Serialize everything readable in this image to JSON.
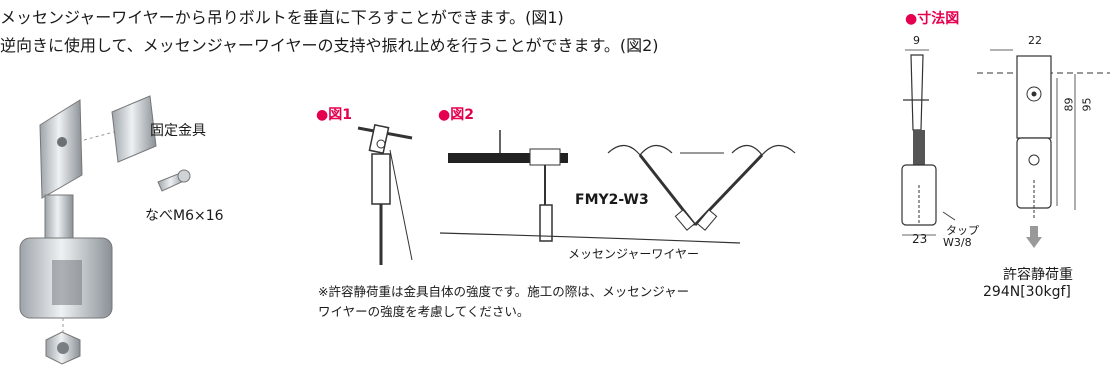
{
  "intro": {
    "line1": "メッセンジャーワイヤーから吊りボルトを垂直に下ろすことができます。(図1)",
    "line2": "逆向きに使用して、メッセンジャーワイヤーの支持や振れ止めを行うことができます。(図2)"
  },
  "product": {
    "fixing_label": "固定金具",
    "screw_label": "なべM6×16"
  },
  "figures": {
    "fig1_label": "●図1",
    "fig2_label": "●図2",
    "model_label": "FMY2-W3",
    "wire_label": "メッセンジャーワイヤー"
  },
  "note": {
    "line1": "※許容静荷重は金具自体の強度です。施工の際は、メッセンジャー",
    "line2": "ワイヤーの強度を考慮してください。"
  },
  "dimensions": {
    "title": "●寸法図",
    "dim_9": "9",
    "dim_22": "22",
    "dim_23": "23",
    "dim_89": "89",
    "dim_95": "95",
    "tap_label": "タップ",
    "tap_size": "W3/8",
    "load_title": "許容静荷重",
    "load_value": "294N[30kgf]"
  }
}
